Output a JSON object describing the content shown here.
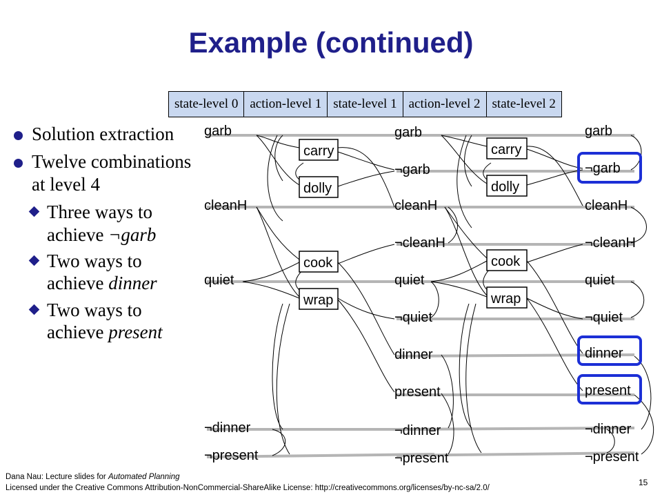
{
  "title": "Example (continued)",
  "levels": [
    "state-level 0",
    "action-level 1",
    "state-level 1",
    "action-level 2",
    "state-level 2"
  ],
  "bullets": {
    "b1": "Solution extraction",
    "b2": "Twelve combinations at level 4",
    "s1_pre": "Three ways to achieve ",
    "s1_em": "¬garb",
    "s2_pre": "Two ways to achieve ",
    "s2_em": "dinner",
    "s3_pre": "Two ways to achieve ",
    "s3_em": "present"
  },
  "diagram": {
    "state0": [
      "garb",
      "cleanH",
      "quiet",
      "¬dinner",
      "¬present"
    ],
    "actions1": [
      "carry",
      "dolly",
      "cook",
      "wrap"
    ],
    "state1": [
      "garb",
      "¬garb",
      "cleanH",
      "¬cleanH",
      "quiet",
      "¬quiet",
      "dinner",
      "present",
      "¬dinner",
      "¬present"
    ],
    "actions2": [
      "carry",
      "dolly",
      "cook",
      "wrap"
    ],
    "state2": [
      "garb",
      "¬garb",
      "cleanH",
      "¬cleanH",
      "quiet",
      "¬quiet",
      "dinner",
      "present",
      "¬dinner",
      "¬present"
    ],
    "highlight_color": "#1c2fd6"
  },
  "footer": {
    "line1_pre": "Dana Nau:  Lecture slides for ",
    "line1_em": "Automated Planning",
    "line2": "Licensed under the Creative Commons Attribution-NonCommercial-ShareAlike License: http://creativecommons.org/licenses/by-nc-sa/2.0/"
  },
  "page_number": "15"
}
